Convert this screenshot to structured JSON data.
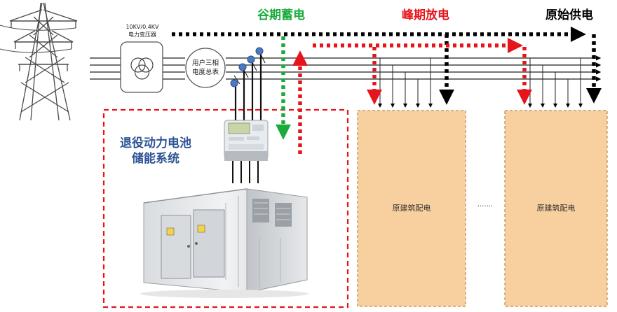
{
  "legend": {
    "valley_charge": "谷期蓄电",
    "peak_discharge": "峰期放电",
    "original_supply": "原始供电"
  },
  "transformer": {
    "label_line1": "10KV/0.4KV",
    "label_line2": "电力变压器"
  },
  "meter": {
    "label_line1": "用户三相",
    "label_line2": "电度总表"
  },
  "storage_system": {
    "title_line1": "退役动力电池",
    "title_line2": "储能系统"
  },
  "distribution_boxes": [
    {
      "label": "原建筑配电"
    },
    {
      "label": "原建筑配电"
    }
  ],
  "ellipsis": "·······",
  "colors": {
    "valley_charge": "#1aab3c",
    "peak_discharge": "#e8141b",
    "original_supply": "#000000",
    "storage_title": "#2e5395",
    "box_fill": "#f8cf9e",
    "box_border": "#c08a4a",
    "dashed_frame": "#e8141b"
  }
}
